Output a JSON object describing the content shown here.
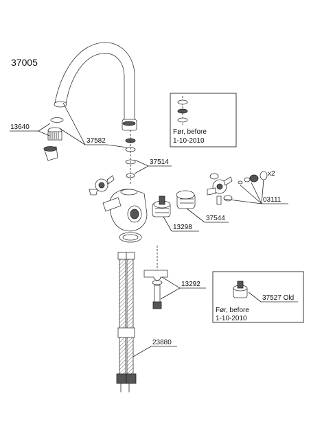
{
  "product_number": "37005",
  "labels": {
    "aerator": "13640",
    "spout_oring": "37582",
    "seal_set": "37514",
    "handle_set": "03111",
    "multiplier": "x2",
    "cap": "37544",
    "cartridge": "13298",
    "mounting_kit": "13292",
    "hoses": "23880"
  },
  "inset_top": {
    "line1": "Før, before",
    "line2": "1-10-2010"
  },
  "inset_bottom": {
    "part": "37527 Old",
    "line1": "Før, before",
    "line2": "1-10-2010"
  }
}
